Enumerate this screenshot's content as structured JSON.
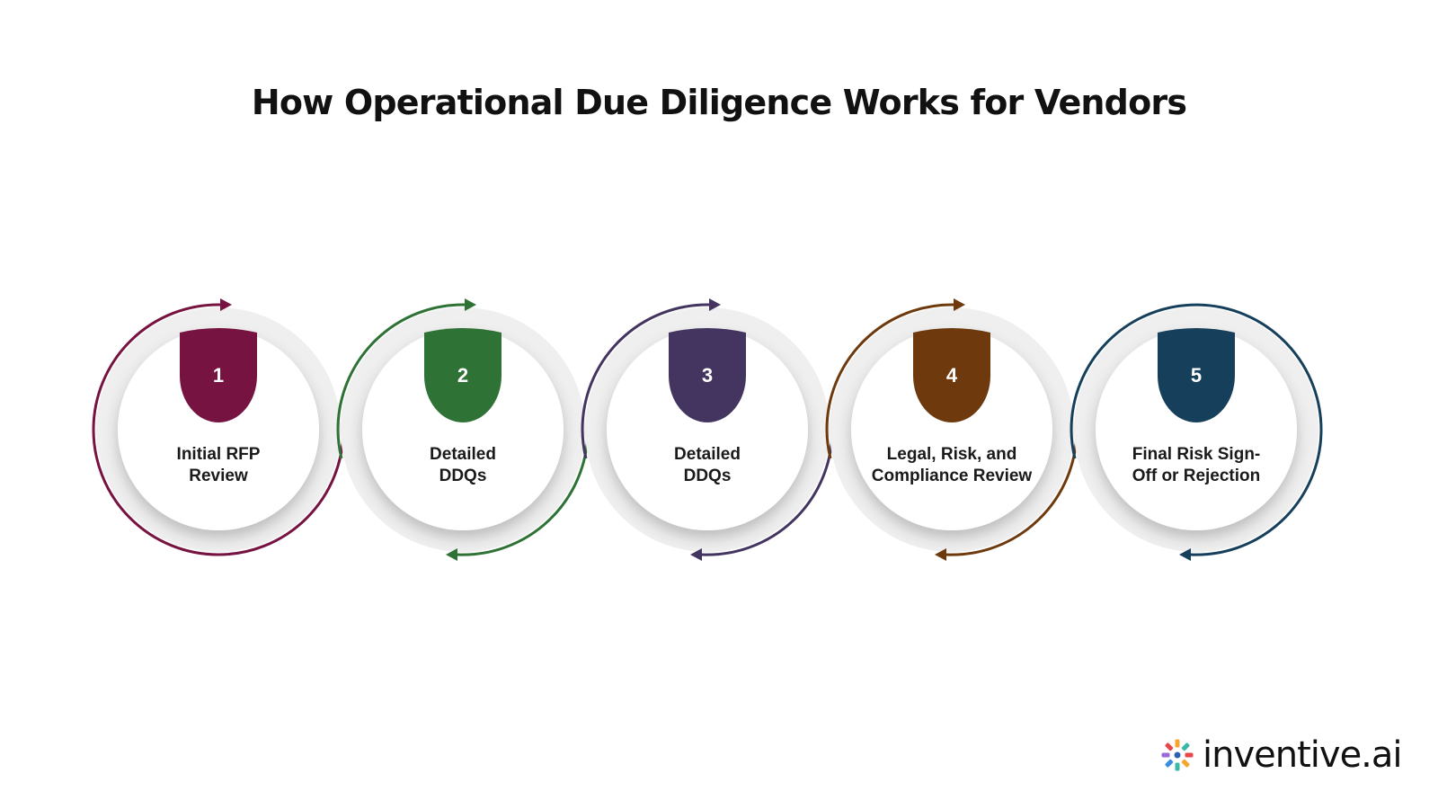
{
  "title": "How Operational Due Diligence Works for Vendors",
  "steps": [
    {
      "number": "1",
      "line1": "Initial RFP",
      "line2": "Review",
      "color": "#771341"
    },
    {
      "number": "2",
      "line1": "Detailed",
      "line2": "DDQs",
      "color": "#2e7236"
    },
    {
      "number": "3",
      "line1": "Detailed",
      "line2": "DDQs",
      "color": "#433560"
    },
    {
      "number": "4",
      "line1": "Legal, Risk, and",
      "line2": "Compliance Review",
      "color": "#6e3a0d"
    },
    {
      "number": "5",
      "line1": "Final Risk Sign-",
      "line2": "Off or Rejection",
      "color": "#153f5b"
    }
  ],
  "logo": {
    "text": "inventive.ai",
    "icon": "pinwheel-logo-icon",
    "colors": [
      "#e5474b",
      "#f7a531",
      "#3bb8a7",
      "#3a8de0",
      "#9a6ad8"
    ]
  }
}
